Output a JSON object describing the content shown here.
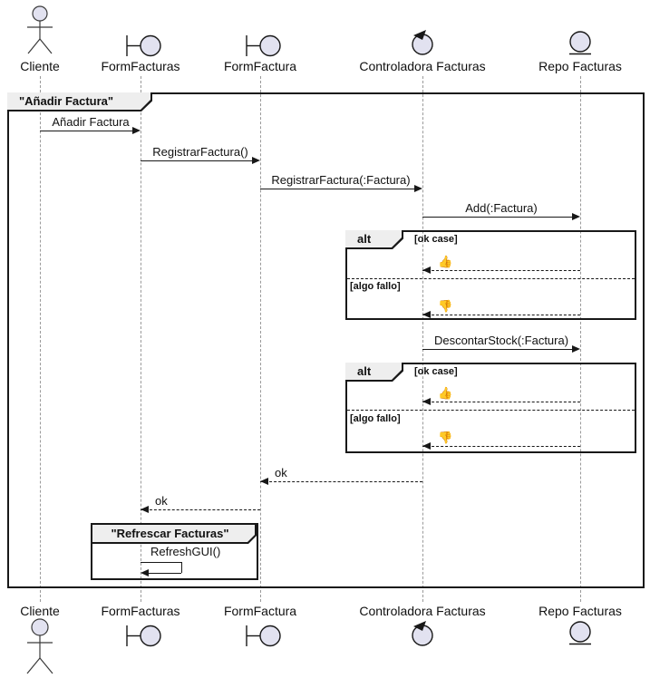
{
  "frame": {
    "title": "\"Añadir Factura\""
  },
  "participants": [
    {
      "name": "Cliente",
      "type": "actor"
    },
    {
      "name": "FormFacturas",
      "type": "boundary"
    },
    {
      "name": "FormFactura",
      "type": "boundary"
    },
    {
      "name": "Controladora Facturas",
      "type": "control"
    },
    {
      "name": "Repo Facturas",
      "type": "entity"
    }
  ],
  "messages": {
    "m1": "Añadir Factura",
    "m2": "RegistrarFactura()",
    "m3": "RegistrarFactura(:Factura)",
    "m4": "Add(:Factura)",
    "m5": "DescontarStock(:Factura)",
    "ok": "ok",
    "refresh": "RefreshGUI()",
    "thumb_up": "👍",
    "thumb_down": "👎"
  },
  "alt": {
    "label": "alt",
    "guard_ok": "[ok case]",
    "guard_fail": "[algo fallo]"
  },
  "group": {
    "title": "\"Refrescar Facturas\""
  },
  "colors": {
    "line": "#181818",
    "lifeline": "#9a9a9a",
    "shape_fill": "#e2e2f0",
    "tab_fill": "#eeeeee",
    "background": "#ffffff"
  }
}
